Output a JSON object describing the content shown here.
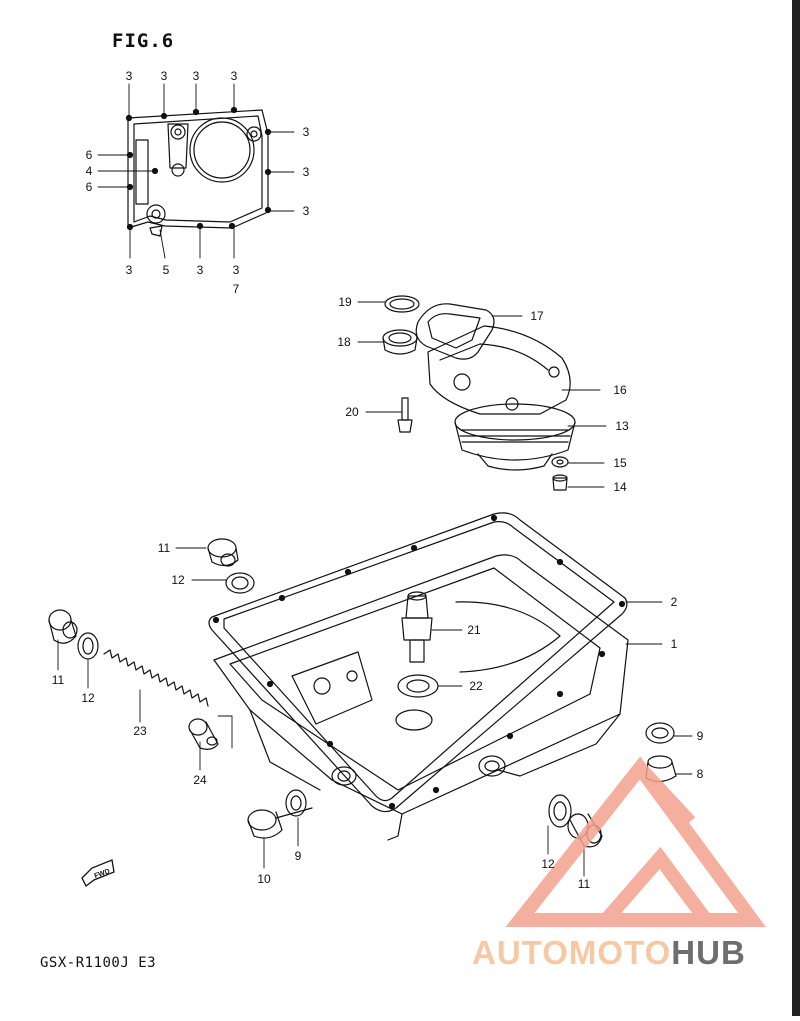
{
  "figure": {
    "title": "FIG.6",
    "model": "GSX-R1100J E3"
  },
  "watermark": {
    "part1": "AUTOMOTO",
    "part2": "HUB",
    "color_accent": "#f3a28e",
    "color_text_accent": "#f6c9a4",
    "color_text_dark": "#6e6e6e"
  },
  "fwd_label": "FWD",
  "callouts": {
    "c01": "3",
    "c02": "3",
    "c03": "3",
    "c04": "3",
    "c05": "3",
    "c06": "3",
    "c07": "3",
    "c08": "6",
    "c09": "4",
    "c10": "6",
    "c11": "3",
    "c12": "5",
    "c13": "3",
    "c14": "3",
    "c15": "7",
    "c16": "19",
    "c17": "17",
    "c18": "18",
    "c19": "16",
    "c20": "20",
    "c21": "13",
    "c22": "15",
    "c23": "14",
    "c24": "11",
    "c25": "12",
    "c26": "2",
    "c27": "1",
    "c28": "21",
    "c29": "22",
    "c30": "11",
    "c31": "12",
    "c32": "23",
    "c33": "24",
    "c34": "9",
    "c35": "8",
    "c36": "9",
    "c37": "10",
    "c38": "12",
    "c39": "11"
  }
}
